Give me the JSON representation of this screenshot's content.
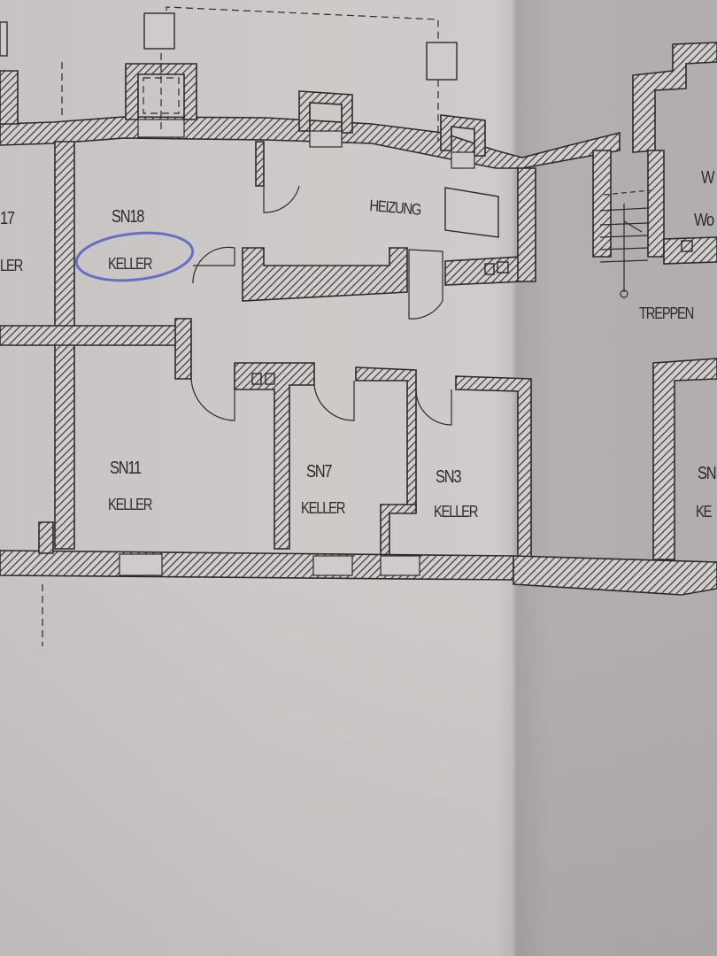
{
  "document": {
    "type": "floor-plan",
    "level": "basement",
    "colors": {
      "paper": "#cdc9c8",
      "paper_shadow": "#a8a4a5",
      "ink": "#2c2a2b",
      "hatch": "#3a3738",
      "pen_circle": "#5a66c0"
    }
  },
  "rooms": [
    {
      "id": "sn17",
      "number": "17",
      "type": "LER",
      "partial": true
    },
    {
      "id": "sn18",
      "number": "SN18",
      "type": "KELLER",
      "highlighted": true
    },
    {
      "id": "heizung",
      "number": "",
      "type": "HEIZUNG"
    },
    {
      "id": "w-room",
      "number": "W",
      "type": "Wo",
      "partial": true
    },
    {
      "id": "treppen",
      "number": "",
      "type": "TREPPEN",
      "partial": true
    },
    {
      "id": "sn11",
      "number": "SN11",
      "type": "KELLER"
    },
    {
      "id": "sn7",
      "number": "SN7",
      "type": "KELLER"
    },
    {
      "id": "sn3",
      "number": "SN3",
      "type": "KELLER"
    },
    {
      "id": "sn-right",
      "number": "SN",
      "type": "KE",
      "partial": true
    }
  ],
  "annotations": {
    "circle_around": "SN18 KELLER"
  }
}
